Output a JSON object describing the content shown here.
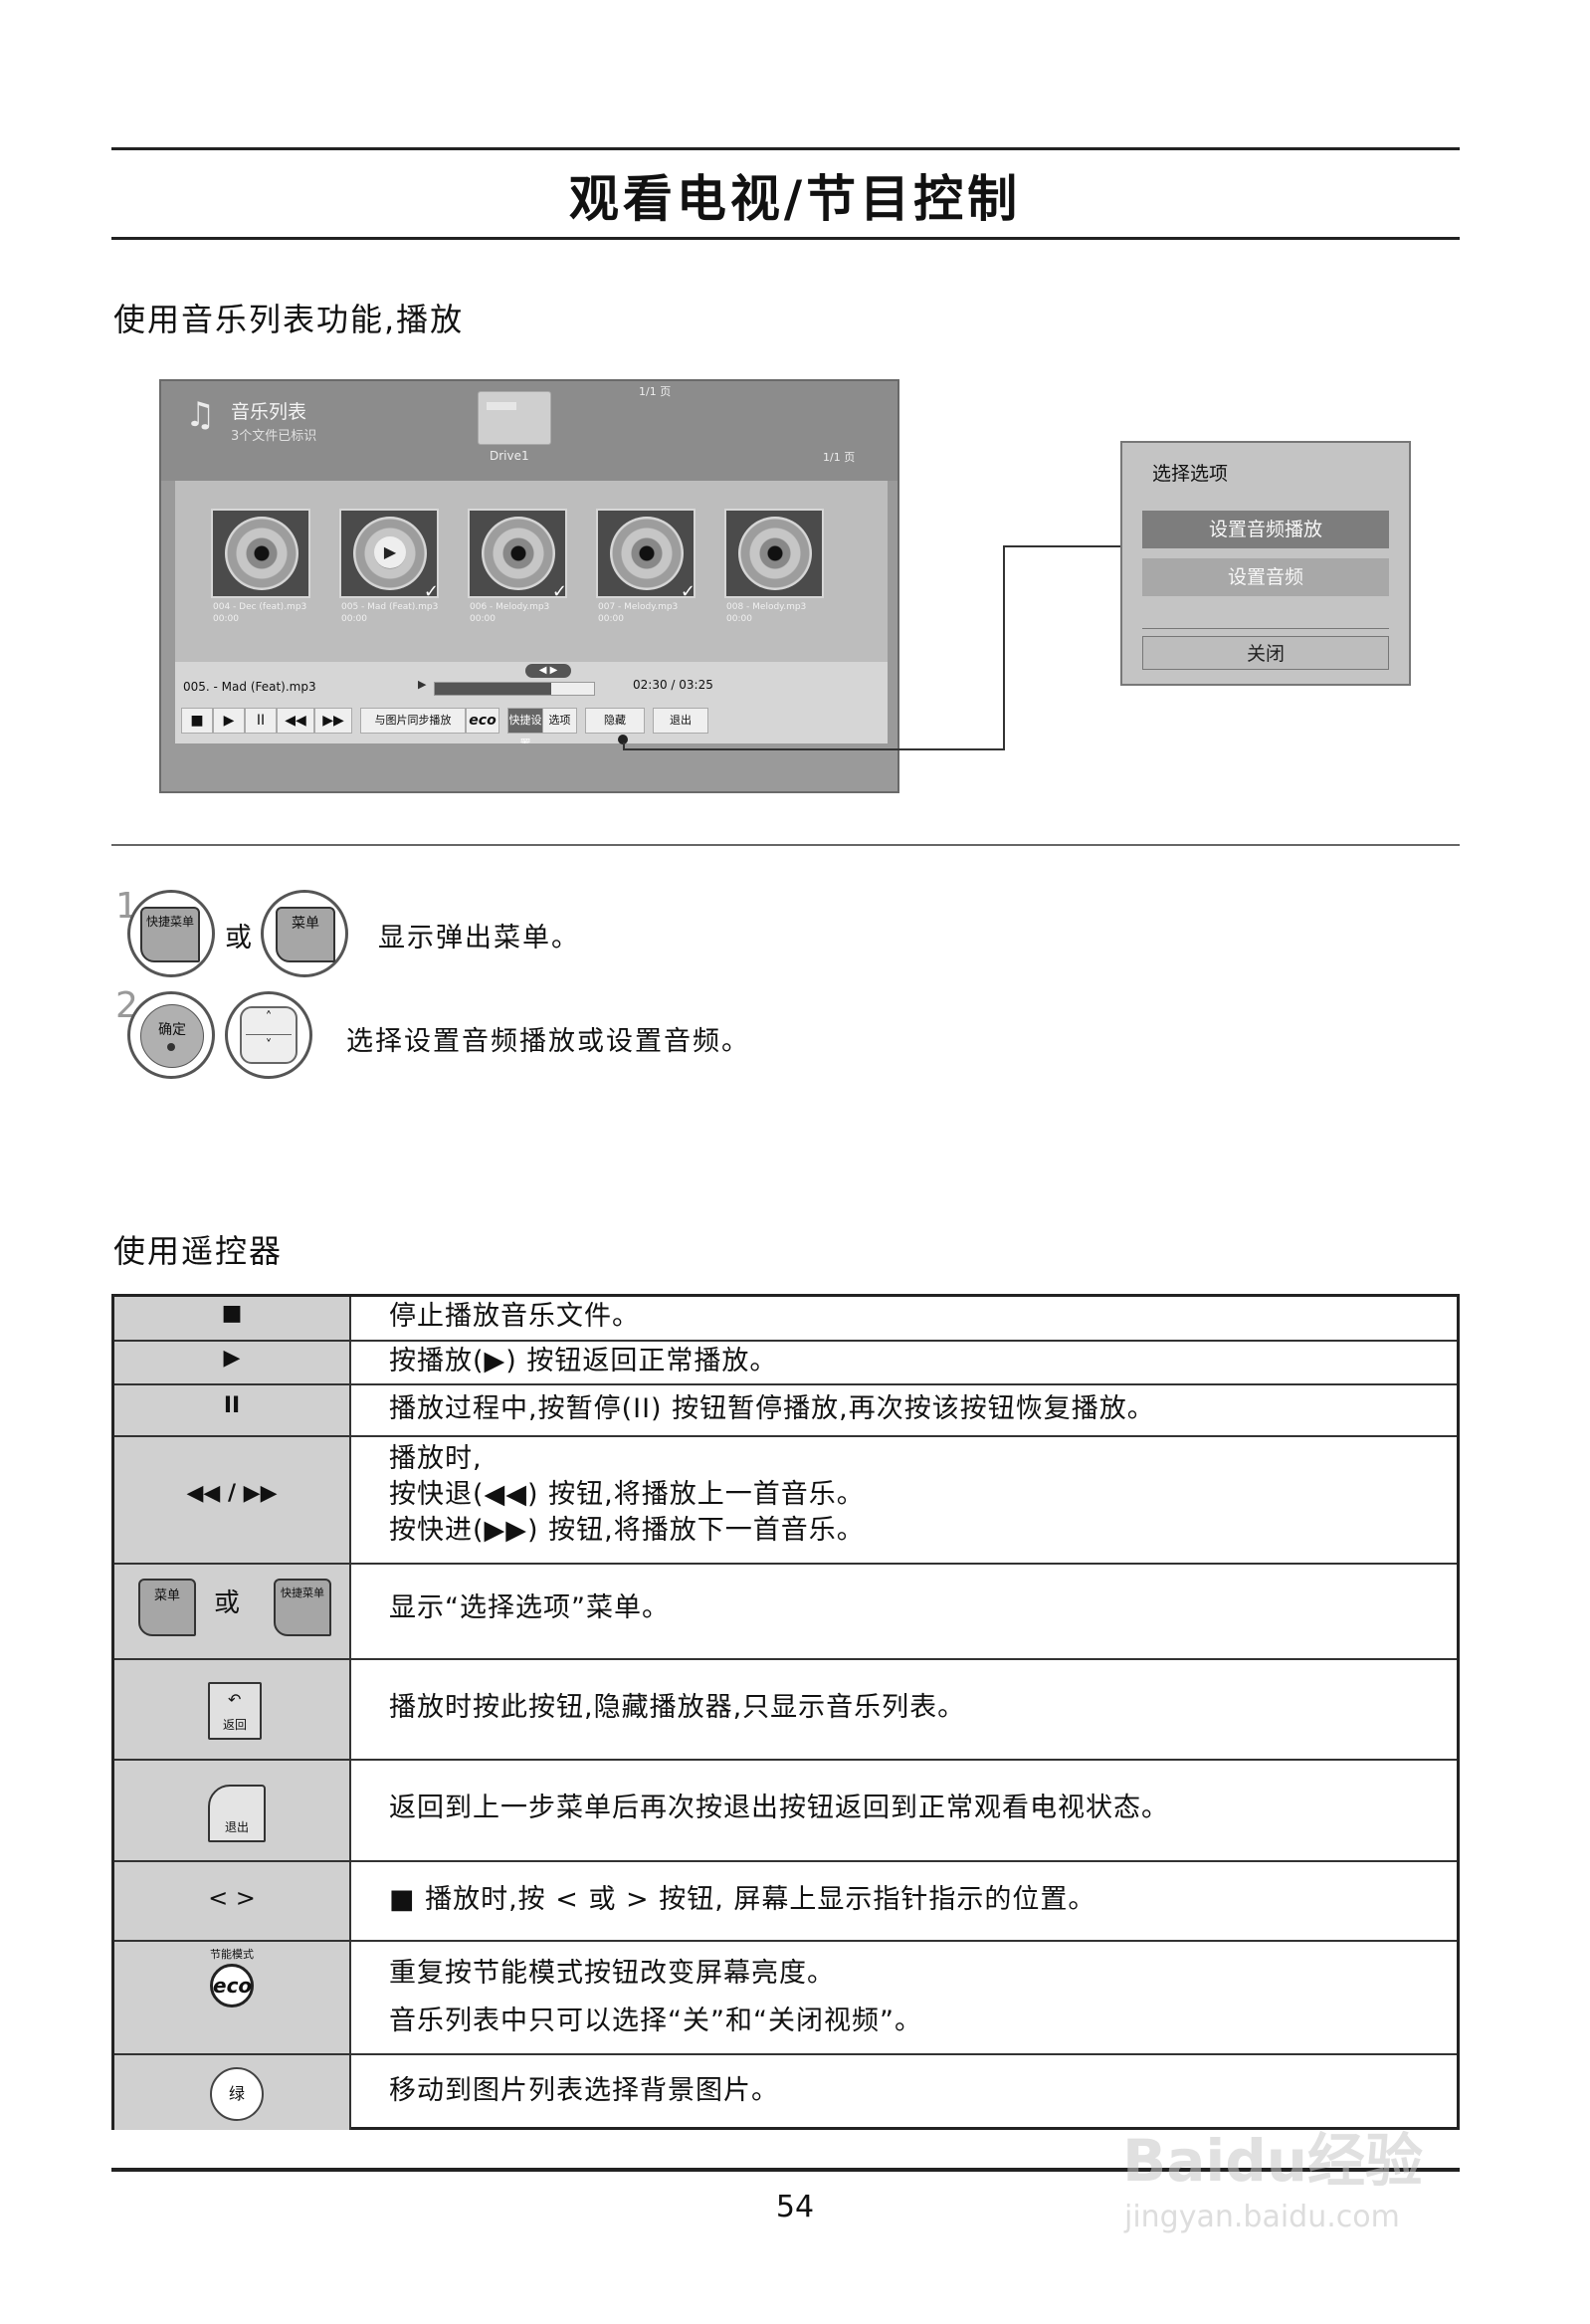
{
  "title": "观看电视/节目控制",
  "section1": {
    "heading": "使用音乐列表功能,播放"
  },
  "tv_screen": {
    "list_title": "音乐列表",
    "list_subtitle": "3个文件已标识",
    "page_top": "1/1 页",
    "drive": "Drive1",
    "page_right": "1/1 页",
    "files": [
      {
        "name": "004 - Dec (feat).mp3",
        "duration": "00:00",
        "checked": false,
        "playing": false
      },
      {
        "name": "005 - Mad (Feat).mp3",
        "duration": "00:00",
        "checked": true,
        "playing": true
      },
      {
        "name": "006 - Melody.mp3",
        "duration": "00:00",
        "checked": true,
        "playing": false
      },
      {
        "name": "007 - Melody.mp3",
        "duration": "00:00",
        "checked": true,
        "playing": false
      },
      {
        "name": "008 - Melody.mp3",
        "duration": "00:00",
        "checked": false,
        "playing": false
      }
    ],
    "now_playing": "005. - Mad (Feat).mp3",
    "time": "02:30 / 03:25",
    "progress": 0.73,
    "controls": {
      "stop": "■",
      "play": "▶",
      "pause": "II",
      "rew": "◀◀",
      "ff": "▶▶",
      "sync": "与图片同步播放",
      "eco": "eco",
      "quick_menu_tag": "快捷设置",
      "options": "选项",
      "hide": "隐藏",
      "exit": "退出"
    }
  },
  "popup": {
    "title": "选择选项",
    "items": [
      "设置音频播放",
      "设置音频"
    ],
    "close": "关闭"
  },
  "steps": [
    {
      "num": "1",
      "key_a": "快捷菜单",
      "or": "或",
      "key_b": "菜单",
      "text": "显示弹出菜单。"
    },
    {
      "num": "2",
      "key_a": "确定",
      "text": "选择设置音频播放或设置音频。"
    }
  ],
  "section2": {
    "heading": "使用遥控器"
  },
  "remote_table": [
    {
      "symbol": "■",
      "desc": [
        "停止播放音乐文件。"
      ]
    },
    {
      "symbol": "▶",
      "desc": [
        "按播放(▶) 按钮返回正常播放。"
      ]
    },
    {
      "symbol": "II",
      "desc": [
        "播放过程中,按暂停(II) 按钮暂停播放,再次按该按钮恢复播放。"
      ]
    },
    {
      "symbol": "◀◀ / ▶▶",
      "desc": [
        "播放时,",
        "按快退(◀◀) 按钮,将播放上一首音乐。",
        "按快进(▶▶) 按钮,将播放下一首音乐。"
      ]
    },
    {
      "key_a": "菜单",
      "or": "或",
      "key_b": "快捷菜单",
      "desc": [
        "显示“选择选项”菜单。"
      ]
    },
    {
      "key": "返回",
      "desc": [
        "播放时按此按钮,隐藏播放器,只显示音乐列表。"
      ]
    },
    {
      "key": "退出",
      "desc": [
        "返回到上一步菜单后再次按退出按钮返回到正常观看电视状态。"
      ]
    },
    {
      "symbol": "< >",
      "desc": [
        "■ 播放时,按 < 或 > 按钮, 屏幕上显示指针指示的位置。"
      ]
    },
    {
      "key_top": "节能模式",
      "key": "eco",
      "desc": [
        "重复按节能模式按钮改变屏幕亮度。",
        "音乐列表中只可以选择“关”和“关闭视频”。"
      ]
    },
    {
      "key": "绿",
      "desc": [
        "移动到图片列表选择背景图片。"
      ]
    }
  ],
  "page_number": "54",
  "watermark": {
    "brand": "Baidu经验",
    "url": "jingyan.baidu.com"
  }
}
